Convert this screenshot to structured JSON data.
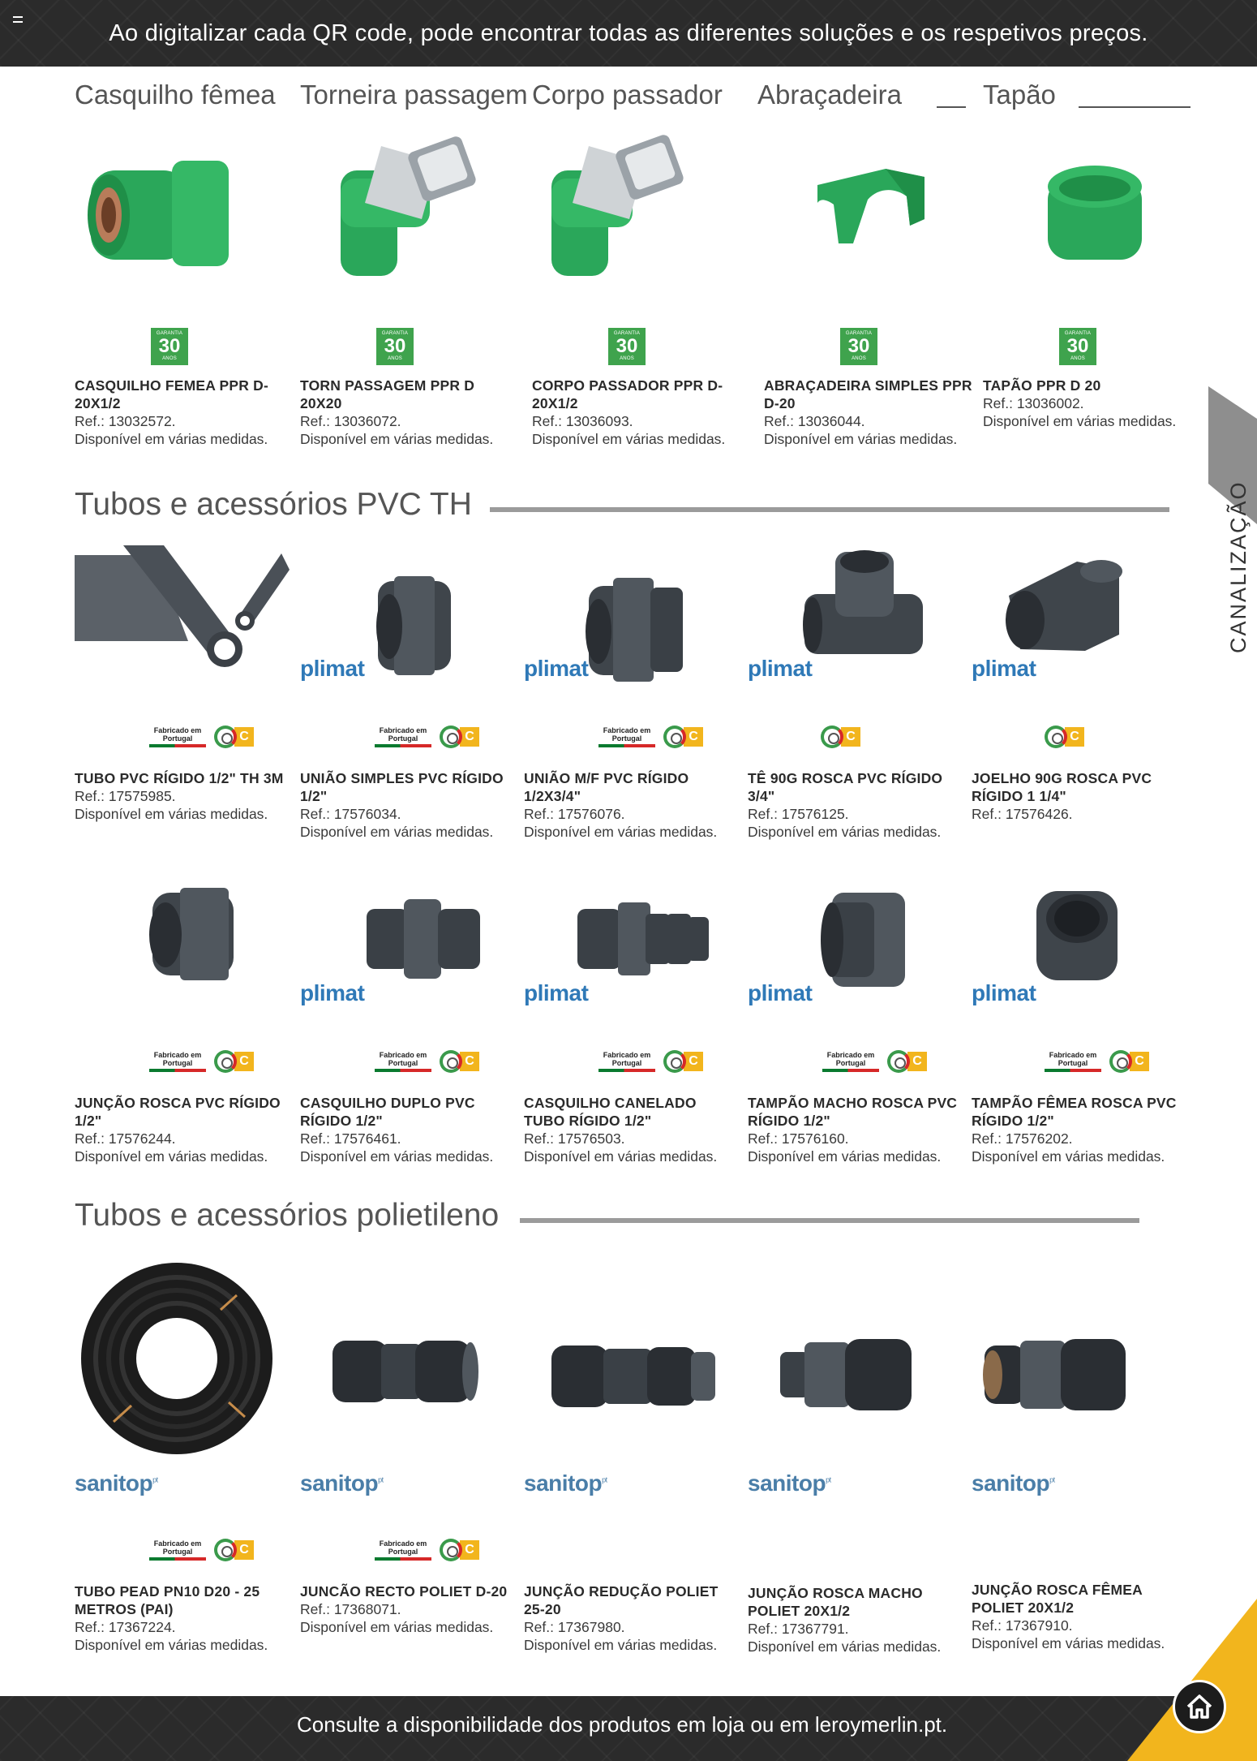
{
  "banner": {
    "text": "Ao digitalizar cada QR code, pode encontrar todas as diferentes soluções e os respetivos preços."
  },
  "top_columns": [
    {
      "title": "Casquilho fêmea"
    },
    {
      "title": "Torneira passagem"
    },
    {
      "title": "Corpo passador"
    },
    {
      "title": "Abraçadeira"
    },
    {
      "title": "Tapão"
    }
  ],
  "warranty": {
    "top": "GARANTIA",
    "number": "30",
    "bottom": "ANOS"
  },
  "ppr_products": [
    {
      "name": "CASQUILHO FEMEA PPR D-20X1/2",
      "ref": "Ref.: 13032572.",
      "avail": "Disponível em várias medidas."
    },
    {
      "name": "TORN PASSAGEM PPR D 20X20",
      "ref": "Ref.: 13036072.",
      "avail": "Disponível em várias medidas."
    },
    {
      "name": "CORPO PASSADOR PPR D-20X1/2",
      "ref": "Ref.: 13036093.",
      "avail": "Disponível em várias medidas."
    },
    {
      "name": "ABRAÇADEIRA SIMPLES PPR D-20",
      "ref": "Ref.: 13036044.",
      "avail": "Disponível em várias medidas."
    },
    {
      "name": "TAPÃO PPR D 20",
      "ref": "Ref.: 13036002.",
      "avail": "Disponível em várias medidas."
    }
  ],
  "section_pvc": {
    "title": "Tubos e acessórios PVC TH"
  },
  "section_pe": {
    "title": "Tubos e acessórios polietileno"
  },
  "brands": {
    "plimat": "plimat",
    "sanitop": "sanitop",
    "sanitop_suffix": "pt"
  },
  "made_in_portugal": {
    "label": "Fabricado em Portugal"
  },
  "cert": {
    "c": "C"
  },
  "pvc_row1": [
    {
      "name": "TUBO PVC RÍGIDO 1/2\" TH 3M",
      "ref": "Ref.: 17575985.",
      "avail": "Disponível em várias medidas."
    },
    {
      "name": "UNIÃO SIMPLES PVC RÍGIDO 1/2\"",
      "ref": "Ref.: 17576034.",
      "avail": "Disponível em várias medidas."
    },
    {
      "name": "UNIÃO M/F PVC RÍGIDO 1/2X3/4\"",
      "ref": "Ref.: 17576076.",
      "avail": "Disponível em várias medidas."
    },
    {
      "name": "TÊ 90G ROSCA PVC RÍGIDO 3/4\"",
      "ref": "Ref.: 17576125.",
      "avail": "Disponível em várias medidas."
    },
    {
      "name": "JOELHO 90G ROSCA PVC RÍGIDO 1 1/4\"",
      "ref": "Ref.: 17576426.",
      "avail": ""
    }
  ],
  "pvc_row2": [
    {
      "name": "JUNÇÃO ROSCA PVC RÍGIDO 1/2\"",
      "ref": "Ref.: 17576244.",
      "avail": "Disponível em várias medidas."
    },
    {
      "name": "CASQUILHO DUPLO PVC RÍGIDO 1/2\"",
      "ref": "Ref.: 17576461.",
      "avail": "Disponível em várias medidas."
    },
    {
      "name": "CASQUILHO CANELADO TUBO RÍGIDO 1/2\"",
      "ref": "Ref.: 17576503.",
      "avail": "Disponível em várias medidas."
    },
    {
      "name": "TAMPÃO MACHO ROSCA PVC RÍGIDO 1/2\"",
      "ref": "Ref.: 17576160.",
      "avail": "Disponível em várias medidas."
    },
    {
      "name": "TAMPÃO FÊMEA ROSCA PVC RÍGIDO 1/2\"",
      "ref": "Ref.: 17576202.",
      "avail": "Disponível em várias medidas."
    }
  ],
  "pe_products": [
    {
      "name": "TUBO PEAD PN10 D20 - 25 METROS (PAI)",
      "ref": "Ref.: 17367224.",
      "avail": "Disponível em várias medidas."
    },
    {
      "name": "JUNCÃO RECTO POLIET D-20",
      "ref": "Ref.: 17368071.",
      "avail": "Disponível em várias medidas."
    },
    {
      "name": "JUNÇÃO REDUÇÃO POLIET 25-20",
      "ref": "Ref.: 17367980.",
      "avail": "Disponível em várias medidas."
    },
    {
      "name": "JUNÇÃO ROSCA MACHO POLIET 20X1/2",
      "ref": "Ref.: 17367791.",
      "avail": "Disponível em várias medidas."
    },
    {
      "name": "JUNÇÃO ROSCA FÊMEA POLIET 20X1/2",
      "ref": "Ref.: 17367910.",
      "avail": "Disponível em várias medidas."
    }
  ],
  "side_tab": {
    "label": "CANALIZAÇÃO"
  },
  "footer": {
    "text": "Consulte a disponibilidade dos produtos em loja ou em leroymerlin.pt."
  }
}
